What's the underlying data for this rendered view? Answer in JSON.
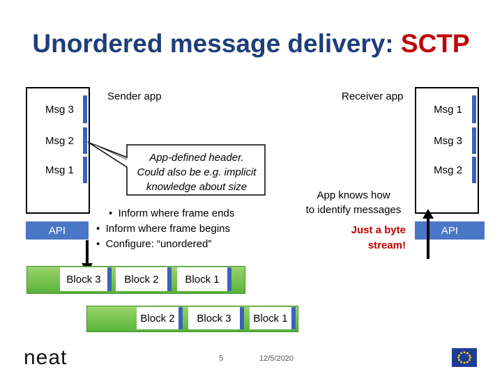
{
  "title": {
    "main": "Unordered message delivery: ",
    "accent": "SCTP"
  },
  "sender": {
    "label": "Sender app",
    "messages": [
      "Msg 3",
      "Msg 2",
      "Msg 1"
    ],
    "api": "API"
  },
  "receiver": {
    "label": "Receiver app",
    "messages": [
      "Msg 1",
      "Msg 3",
      "Msg 2"
    ],
    "api": "API",
    "note": [
      "App knows how",
      "to identify messages"
    ],
    "warning": [
      "Just a byte",
      "stream!"
    ]
  },
  "callout": [
    "App-defined header.",
    "Could also be e.g. implicit",
    "knowledge about size"
  ],
  "bullets": [
    "Inform where frame ends",
    "Inform where frame begins",
    "Configure: “unordered”"
  ],
  "stream_top": [
    "Block 3",
    "Block 2",
    "Block 1"
  ],
  "stream_bottom": [
    "Block 2",
    "Block 3",
    "Block 1"
  ],
  "footer": {
    "page": "5",
    "date": "12/5/2020",
    "logo": "neat"
  },
  "colors": {
    "title": "#1f3d7a",
    "accent": "#c00000",
    "msg_bar": "#3a63b8",
    "api": "#4a76c6",
    "stream": "#6cbf45"
  }
}
